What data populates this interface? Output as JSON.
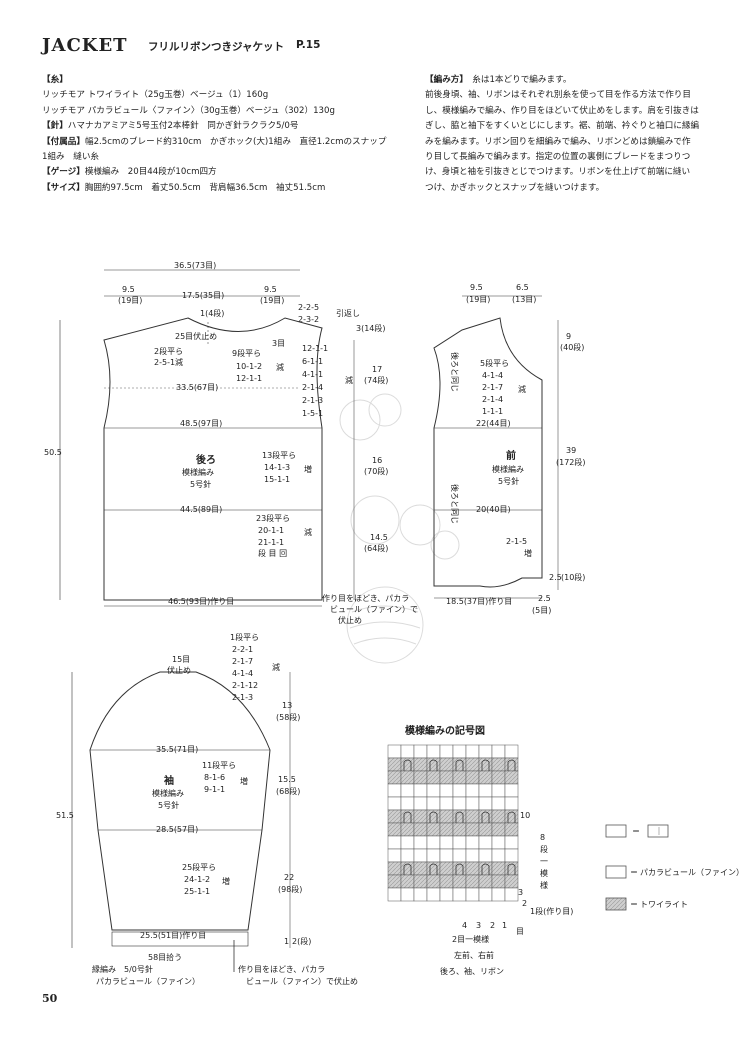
{
  "header": {
    "title": "JACKET",
    "subtitle": "フリルリボンつきジャケット",
    "page_ref": "P.15"
  },
  "spec": [
    {
      "tag": "【糸】",
      "text": ""
    },
    {
      "tag": "",
      "text": "リッチモア トワイライト（25g玉巻）ベージュ（1）160g"
    },
    {
      "tag": "",
      "text": "リッチモア パカラビュール〈ファイン〉（30g玉巻）ベージュ（302）130g"
    },
    {
      "tag": "【針】",
      "text": "ハマナカアミアミ5号玉付2本棒針　同かぎ針ラクラク5/0号"
    },
    {
      "tag": "【付属品】",
      "text": "幅2.5cmのブレード約310cm　かぎホック(大)1組み　直径1.2cmのスナップ"
    },
    {
      "tag": "",
      "text": "1組み　縫い糸"
    },
    {
      "tag": "【ゲージ】",
      "text": "模様編み　20目44段が10cm四方"
    },
    {
      "tag": "【サイズ】",
      "text": "胸囲約97.5cm　着丈50.5cm　背肩幅36.5cm　袖丈51.5cm"
    }
  ],
  "method": {
    "tag": "【編み方】",
    "lead": "糸は1本どりで編みます。",
    "lines": [
      "前後身頃、袖、リボンはそれぞれ別糸を使って目を作る方法で作り目",
      "し、模様編みで編み、作り目をほどいて伏止めをします。肩を引抜きは",
      "ぎし、脇と袖下をすくいとじにします。裾、前端、衿ぐりと袖口に縁編",
      "みを編みます。リボン回りを細編みで編み、リボンどめは鎖編みで作",
      "り目して長編みで編みます。指定の位置の裏側にブレードをまつりつ",
      "け、身頃と袖を引抜きとじでつけます。リボンを仕上げて前端に縫い",
      "つけ、かぎホックとスナップを縫いつけます。"
    ]
  },
  "back": {
    "name": "後ろ",
    "pattern": "模様編み",
    "needle": "5号針",
    "top_width": "36.5(73目)",
    "shoulder_l": "9.5",
    "shoulder_l_st": "(19目)",
    "neck": "17.5(35目)",
    "shoulder_r": "9.5",
    "shoulder_r_st": "(19目)",
    "neck_center": "1(4段)",
    "neck_bind": "25目伏止め",
    "neck_dec": [
      "2段平ら",
      "2-5-1減"
    ],
    "shoulder_dec": [
      "2-2-5",
      "2-3-2"
    ],
    "shoulder_dec_label": "引返し",
    "shoulder_rows": "3(14段)",
    "side_3": "3目",
    "arm_dec": [
      "9段平ら",
      "10-1-2",
      "12-1-1"
    ],
    "arm_dec_label": "減",
    "arm_dec2": [
      "12-1-1",
      "6-1-1",
      "4-1-1",
      "2-1-4",
      "2-1-3",
      "1-5-1"
    ],
    "arm_dec2_label": "減",
    "armhole_h": "17",
    "armhole_rows": "(74段)",
    "w_chest": "33.5(67目)",
    "w_bust": "48.5(97目)",
    "w_waist": "44.5(89目)",
    "hip_inc": [
      "13段平ら",
      "14-1-3",
      "15-1-1"
    ],
    "hip_inc_label": "増",
    "mid_h": "16",
    "mid_rows": "(70段)",
    "waist_dec": [
      "23段平ら",
      "20-1-1",
      "21-1-1"
    ],
    "waist_dec_label": "減",
    "waist_note": "段 目 回",
    "low_h": "14.5",
    "low_rows": "(64段)",
    "total_h": "50.5",
    "bottom": "46.5(93目)作り目",
    "bottom_note": [
      "作り目をほどき、パカラ",
      "ビュール（ファイン）で",
      "伏止め"
    ]
  },
  "front": {
    "name": "前",
    "pattern": "模様編み",
    "needle": "5号針",
    "neck": "9.5",
    "neck_st": "(19目)",
    "shoulder": "6.5",
    "shoulder_st": "(13目)",
    "top_h": "9",
    "top_rows": "(40段)",
    "side_note": "後ろと同じ",
    "neck_dec": [
      "5段平ら",
      "4-1-4",
      "2-1-7",
      "2-1-4",
      "1-1-1"
    ],
    "neck_dec_label": "減",
    "w1": "22(44目)",
    "w2": "20(40目)",
    "main_h": "39",
    "main_rows": "(172段)",
    "side_note2": "後ろと同じ",
    "inc": [
      "2-1-5"
    ],
    "inc_label": "増",
    "edge_h": "2.5",
    "edge_rows": "(10段)",
    "bottom": "18.5(37目)作り目",
    "bottom_r": "2.5",
    "bottom_r_st": "(5目)"
  },
  "sleeve": {
    "name": "袖",
    "pattern": "模様編み",
    "needle": "5号針",
    "top_bind": [
      "15目",
      "伏止め"
    ],
    "cap_dec": [
      "1段平ら",
      "2-2-1",
      "2-1-7",
      "4-1-4",
      "2-1-12",
      "2-1-3"
    ],
    "cap_dec_label": "減",
    "cap_h": "13",
    "cap_rows": "(58段)",
    "w1": "35.5(71目)",
    "inc1": [
      "11段平ら",
      "8-1-6",
      "9-1-1"
    ],
    "inc1_label": "増",
    "mid_h": "15.5",
    "mid_rows": "(68段)",
    "w2": "28.5(57目)",
    "inc2": [
      "25段平ら",
      "24-1-2",
      "25-1-1"
    ],
    "inc2_label": "増",
    "low_h": "22",
    "low_rows": "(98段)",
    "total_h": "51.5",
    "w3": "25.5(51目)作り目",
    "bot_h": "1",
    "bot_rows": "2(段)",
    "cuff": [
      "58目拾う"
    ],
    "cuff_note": [
      "縁編み　5/0号針",
      "パカラビュール（ファイン）"
    ],
    "cuff_note2": [
      "作り目をほどき、パカラ",
      "ビュール（ファイン）で伏止め"
    ]
  },
  "chart": {
    "title": "模様編みの記号図",
    "rows_top": "10",
    "rows_mid": [
      "8",
      "段",
      "一",
      "模",
      "様"
    ],
    "row3": "3",
    "row2": "2",
    "row1": "1段(作り目)",
    "cols": [
      "4",
      "3",
      "2",
      "1"
    ],
    "col_label": "目",
    "rep": "2目一模様",
    "lr": "左前、右前",
    "note": "後ろ、袖、リボン"
  },
  "legend": [
    {
      "symbol": "□",
      "eq": "＝",
      "box": "｜",
      "text": ""
    },
    {
      "symbol": "□",
      "eq": "＝",
      "box": "",
      "text": "パカラビュール（ファイン）"
    },
    {
      "symbol": "■",
      "eq": "＝",
      "box": "",
      "text": "トワイライト"
    }
  ],
  "page_number": "50"
}
